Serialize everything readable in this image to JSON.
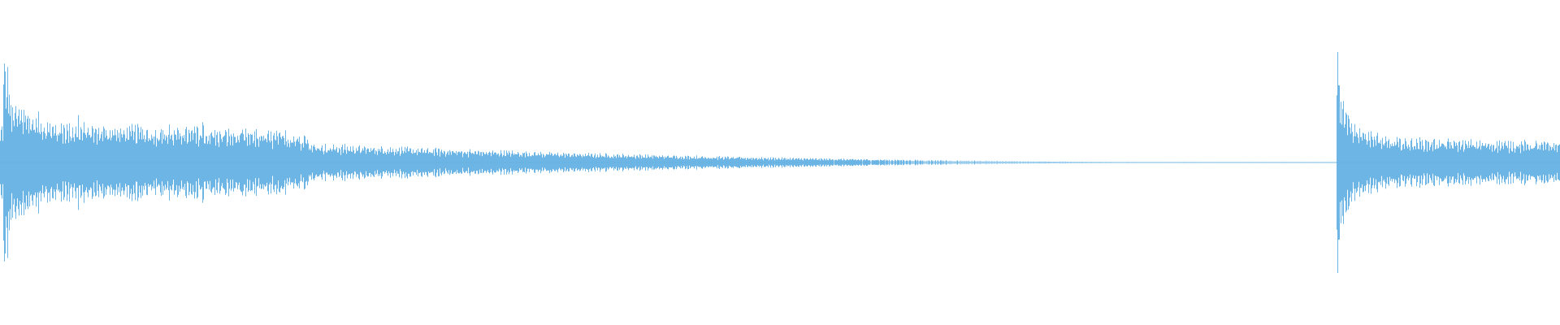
{
  "waveform": {
    "color": "#5dade2",
    "background": "#ffffff",
    "onsets": [
      {
        "position": 0.0,
        "peak": 1.0,
        "decay_to": 0.0
      },
      {
        "position": 0.857,
        "peak": 1.0,
        "decay_to": 0.25
      }
    ]
  }
}
